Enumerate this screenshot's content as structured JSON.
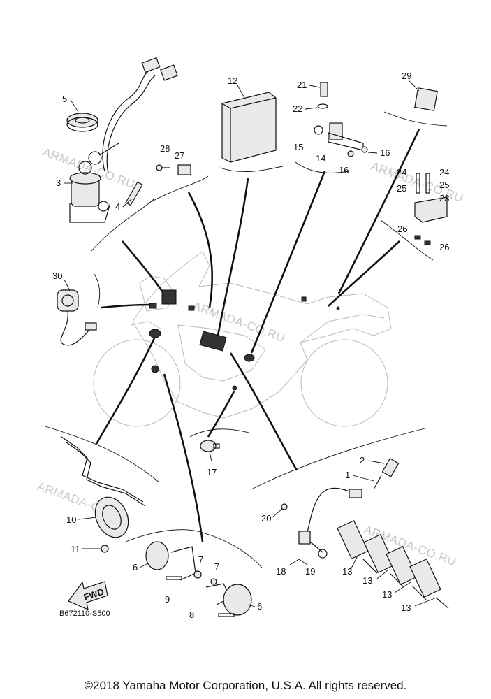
{
  "diagram": {
    "callouts": {
      "c1": "1",
      "c2": "2",
      "c3": "3",
      "c4": "4",
      "c5": "5",
      "c6a": "6",
      "c6b": "6",
      "c7a": "7",
      "c7b": "7",
      "c8": "8",
      "c9": "9",
      "c10": "10",
      "c11": "11",
      "c12": "12",
      "c13a": "13",
      "c13b": "13",
      "c13c": "13",
      "c13d": "13",
      "c14": "14",
      "c15": "15",
      "c16a": "16",
      "c16b": "16",
      "c17": "17",
      "c18": "18",
      "c19": "19",
      "c20": "20",
      "c21": "21",
      "c22": "22",
      "c23": "23",
      "c24a": "24",
      "c24b": "24",
      "c25a": "25",
      "c25b": "25",
      "c26a": "26",
      "c26b": "26",
      "c27": "27",
      "c28": "28",
      "c29": "29",
      "c30": "30"
    },
    "fwd_label": "FWD",
    "watermark": "ARMADA-CO.RU",
    "diagram_code": "B672110-S500",
    "copyright": "©2018 Yamaha Motor Corporation, U.S.A. All rights reserved."
  }
}
